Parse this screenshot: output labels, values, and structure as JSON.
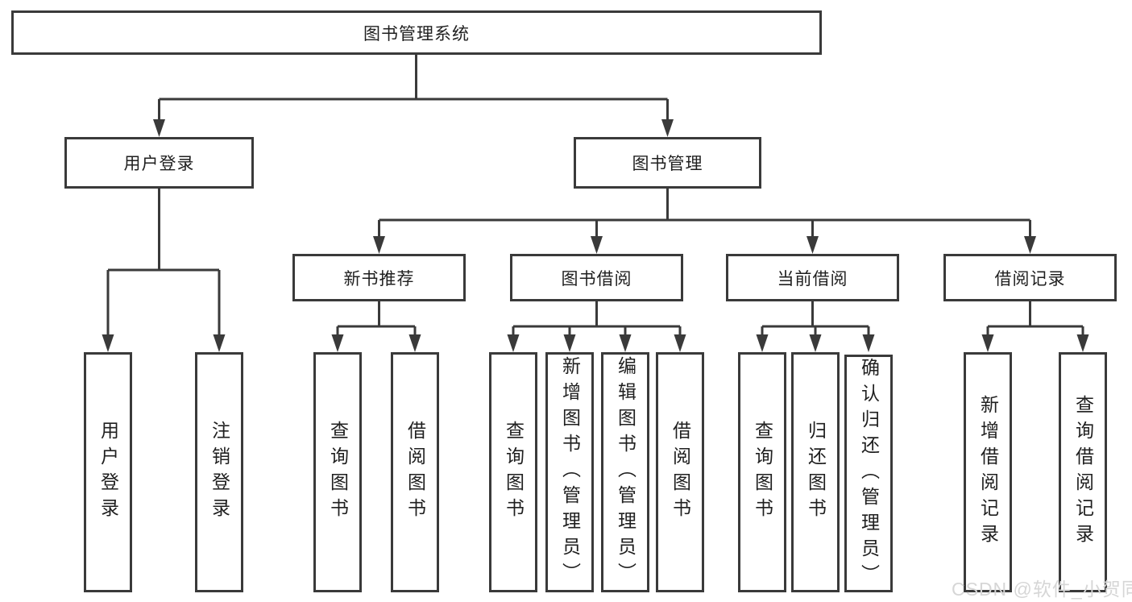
{
  "diagram": {
    "root": {
      "label": "图书管理系统"
    },
    "branches": [
      {
        "label": "用户登录",
        "children": [
          {
            "label": "用户登录"
          },
          {
            "label": "注销登录"
          }
        ]
      },
      {
        "label": "图书管理",
        "children": [
          {
            "label": "新书推荐",
            "children": [
              {
                "label": "查询图书"
              },
              {
                "label": "借阅图书"
              }
            ]
          },
          {
            "label": "图书借阅",
            "children": [
              {
                "label": "查询图书"
              },
              {
                "label": "新增图书（管理员）"
              },
              {
                "label": "编辑图书（管理员）"
              },
              {
                "label": "借阅图书"
              }
            ]
          },
          {
            "label": "当前借阅",
            "children": [
              {
                "label": "查询图书"
              },
              {
                "label": "归还图书"
              },
              {
                "label": "确认归还（管理员）"
              }
            ]
          },
          {
            "label": "借阅记录",
            "children": [
              {
                "label": "新增借阅记录"
              },
              {
                "label": "查询借阅记录"
              }
            ]
          }
        ]
      }
    ]
  },
  "watermark": {
    "text": "CSDN @软件_小贺同学"
  },
  "colors": {
    "line": "#3a3a3a",
    "box_border": "#3a3a3a",
    "box_background": "#ffffff",
    "text": "#1f1f1f",
    "watermark": "#d6d6d6"
  }
}
